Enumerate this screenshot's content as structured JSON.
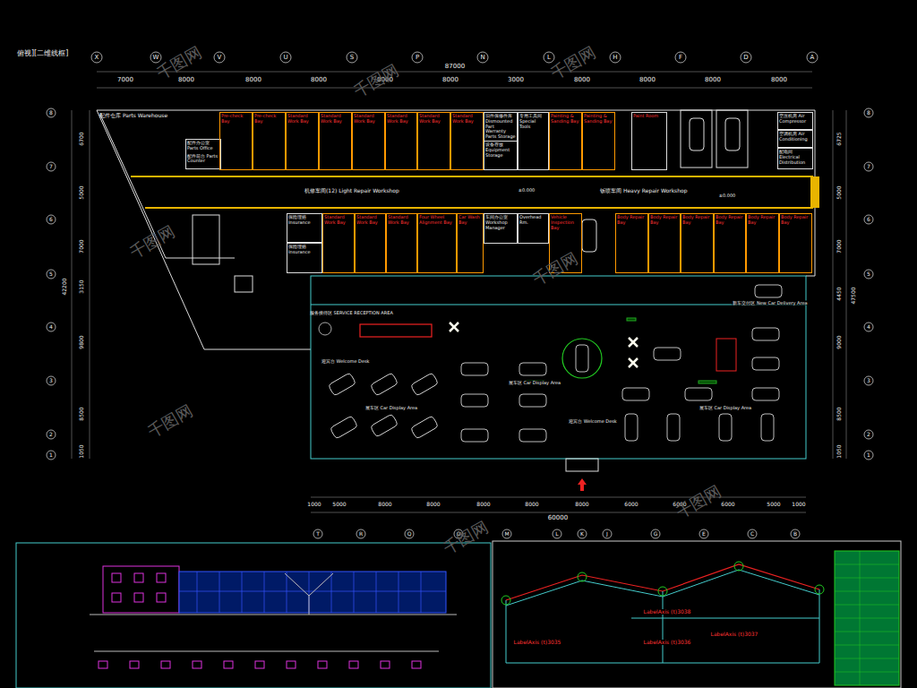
{
  "diagram": {
    "nodes": [
      {
        "text": [
          "配件仓库 Parts Warehouse"
        ]
      },
      {
        "text": [
          "配件办公室 Parts Office",
          "配件前台 Parts Counter"
        ]
      },
      {
        "text": [
          "Pre-check Bay"
        ]
      },
      {
        "text": [
          "Pre-check Bay"
        ]
      },
      {
        "text": [
          "Standard Work Bay"
        ]
      },
      {
        "text": [
          "Standard Work Bay"
        ]
      },
      {
        "text": [
          "Standard Work Bay"
        ]
      },
      {
        "text": [
          "Standard Work Bay"
        ]
      },
      {
        "text": [
          "Standard Work Bay"
        ]
      },
      {
        "text": [
          "Standard Work Bay"
        ]
      },
      {
        "text": [
          "旧件保修件库 Dismounted Part Warranty Parts Storage"
        ]
      },
      {
        "text": [
          "设备存放 Equipment Storage"
        ]
      },
      {
        "text": [
          "专用工具间 Special Tools"
        ]
      },
      {
        "text": [
          "Painting & Sanding Bay"
        ]
      },
      {
        "text": [
          "Painting & Sanding Bay"
        ]
      },
      {
        "text": [
          "Paint Room"
        ]
      },
      {
        "text": [
          "空压机房 Air Compressor"
        ]
      },
      {
        "text": [
          "空调机房 Air Conditioning"
        ]
      },
      {
        "text": [
          "配电间 Electrical Distribution"
        ]
      },
      {
        "text": [
          "机修车间(12) Light Repair Workshop",
          "钣喷车间 Heavy Repair Workshop"
        ]
      },
      {
        "text": [
          "保险理赔 Insurance"
        ]
      },
      {
        "text": [
          "保险理赔 Insurance"
        ]
      },
      {
        "text": [
          "Standard Work Bay"
        ]
      },
      {
        "text": [
          "Standard Work Bay"
        ]
      },
      {
        "text": [
          "Standard Work Bay"
        ]
      },
      {
        "text": [
          "Four Wheel Alignment Bay"
        ]
      },
      {
        "text": [
          "Car Wash Bay"
        ]
      },
      {
        "text": [
          "车间办公室 Workshop Manager"
        ]
      },
      {
        "text": [
          "Overhead Rm."
        ]
      },
      {
        "text": [
          "Vehicle Inspection Bay"
        ]
      },
      {
        "text": [
          "Body Repair Bay"
        ]
      },
      {
        "text": [
          "Body Repair Bay"
        ]
      },
      {
        "text": [
          "Body Repair Bay"
        ]
      },
      {
        "text": [
          "Body Repair Bay"
        ]
      },
      {
        "text": [
          "Body Repair Bay"
        ]
      },
      {
        "text": [
          "Body Repair Bay"
        ]
      },
      {
        "text": [
          "服务接待区 SERVICE RECEPTION AREA"
        ]
      }
    ],
    "labels": [
      "俯视][二维线框]",
      "X",
      "W",
      "V",
      "U",
      "S",
      "P",
      "N",
      "L",
      "H",
      "F",
      "D",
      "A",
      "87000",
      "7000",
      "8000",
      "8000",
      "8000",
      "8000",
      "8000",
      "3000",
      "8000",
      "8000",
      "8000",
      "8000",
      "8",
      "7",
      "6",
      "5",
      "4",
      "3",
      "2",
      "1",
      "8",
      "7",
      "6",
      "5",
      "4",
      "3",
      "2",
      "1",
      "6700",
      "5000",
      "7000",
      "3150",
      "9800",
      "8500",
      "1050",
      "42200",
      "6725",
      "5000",
      "7000",
      "4450",
      "9000",
      "8500",
      "1050",
      "47500",
      "1000",
      "5000",
      "8000",
      "8000",
      "8000",
      "8000",
      "8000",
      "6000",
      "6000",
      "6000",
      "5000",
      "1000",
      "60000",
      "T",
      "R",
      "Q",
      "O",
      "M",
      "L",
      "K",
      "J",
      "G",
      "E",
      "C",
      "B",
      "±0.000",
      "±0.000",
      "迎宾台 Welcome Desk",
      "展车区 Car Display Area",
      "展车区 Car Display Area",
      "展车区 Car Display Area",
      "迎宾台 Welcome Desk",
      "新车交付区 New Car Delivery Area",
      "LabelAxis (t)3035",
      "LabelAxis (t)3036",
      "LabelAxis (t)3037",
      "LabelAxis (t)3038",
      "千图网",
      "千图网",
      "千图网",
      "千图网",
      "千图网",
      "千图网",
      "千图网",
      "千图网"
    ]
  }
}
